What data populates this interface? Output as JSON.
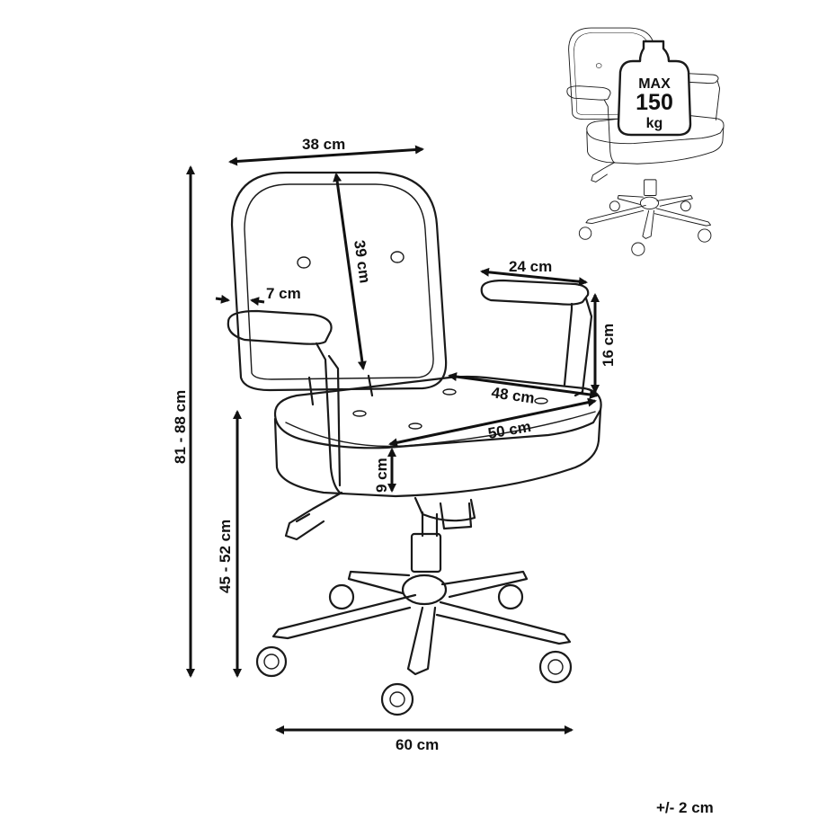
{
  "dimensions": {
    "back_width": "38 cm",
    "back_height": "39 cm",
    "arm_offset": "7 cm",
    "armrest_length": "24 cm",
    "armrest_height": "16 cm",
    "seat_depth": "48 cm",
    "seat_width": "50 cm",
    "seat_thickness": "9 cm",
    "total_height": "81 - 88 cm",
    "seat_height": "45 - 52 cm",
    "base_width": "60 cm"
  },
  "load_badge": {
    "label": "MAX",
    "value": "150",
    "unit": "kg"
  },
  "tolerance": "+/- 2 cm",
  "colors": {
    "line": "#1a1a1a",
    "background": "#ffffff"
  }
}
